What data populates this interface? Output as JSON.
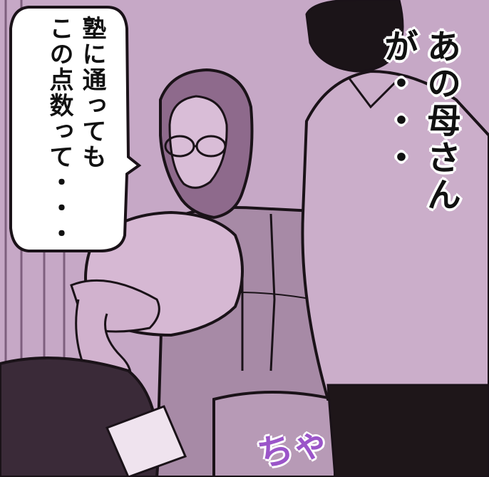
{
  "speech_bubble": {
    "text": "塾に通っても\nこの点数って・・・"
  },
  "narration": {
    "text": "あの母さんが・・・"
  },
  "sound_effect": {
    "text": "ちゃ"
  },
  "colors": {
    "background": "#c6a8c6",
    "ink": "#111111",
    "sfx": "#9b55c9"
  }
}
